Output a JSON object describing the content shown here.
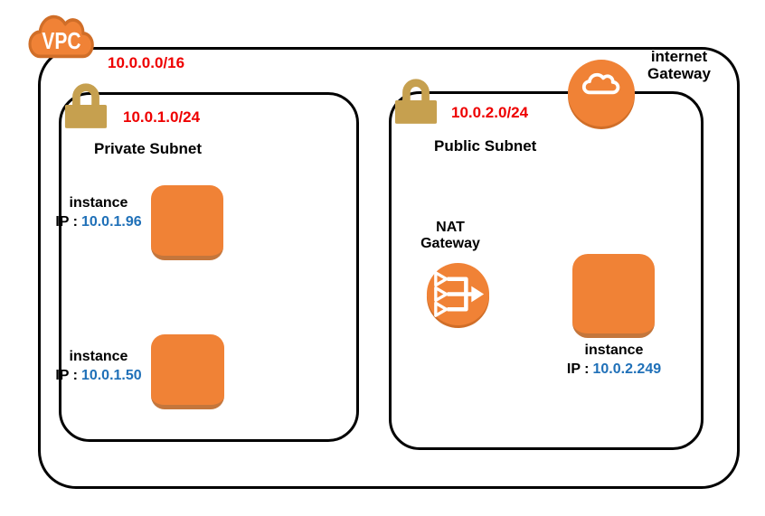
{
  "vpc": {
    "label": "VPC",
    "cidr": "10.0.0.0/16"
  },
  "internet_gateway": {
    "line1": "internet",
    "line2": "Gateway"
  },
  "nat_gateway": {
    "line1": "NAT",
    "line2": "Gateway"
  },
  "labels": {
    "ip_prefix": "IP :"
  },
  "private_subnet": {
    "cidr": "10.0.1.0/24",
    "name": "Private Subnet",
    "instances": [
      {
        "label": "instance",
        "ip": "10.0.1.96"
      },
      {
        "label": "instance",
        "ip": "10.0.1.50"
      }
    ]
  },
  "public_subnet": {
    "cidr": "10.0.2.0/24",
    "name": "Public Subnet",
    "instances": [
      {
        "label": "instance",
        "ip": "10.0.2.249"
      }
    ]
  },
  "colors": {
    "aws_orange": "#f08236",
    "orange_dark": "#d06e28",
    "instance_shadow": "#c4763c",
    "lock_gold": "#c6a04f",
    "cidr_red": "#ee0000",
    "ip_blue": "#1f70b8",
    "line_black": "#000000"
  }
}
